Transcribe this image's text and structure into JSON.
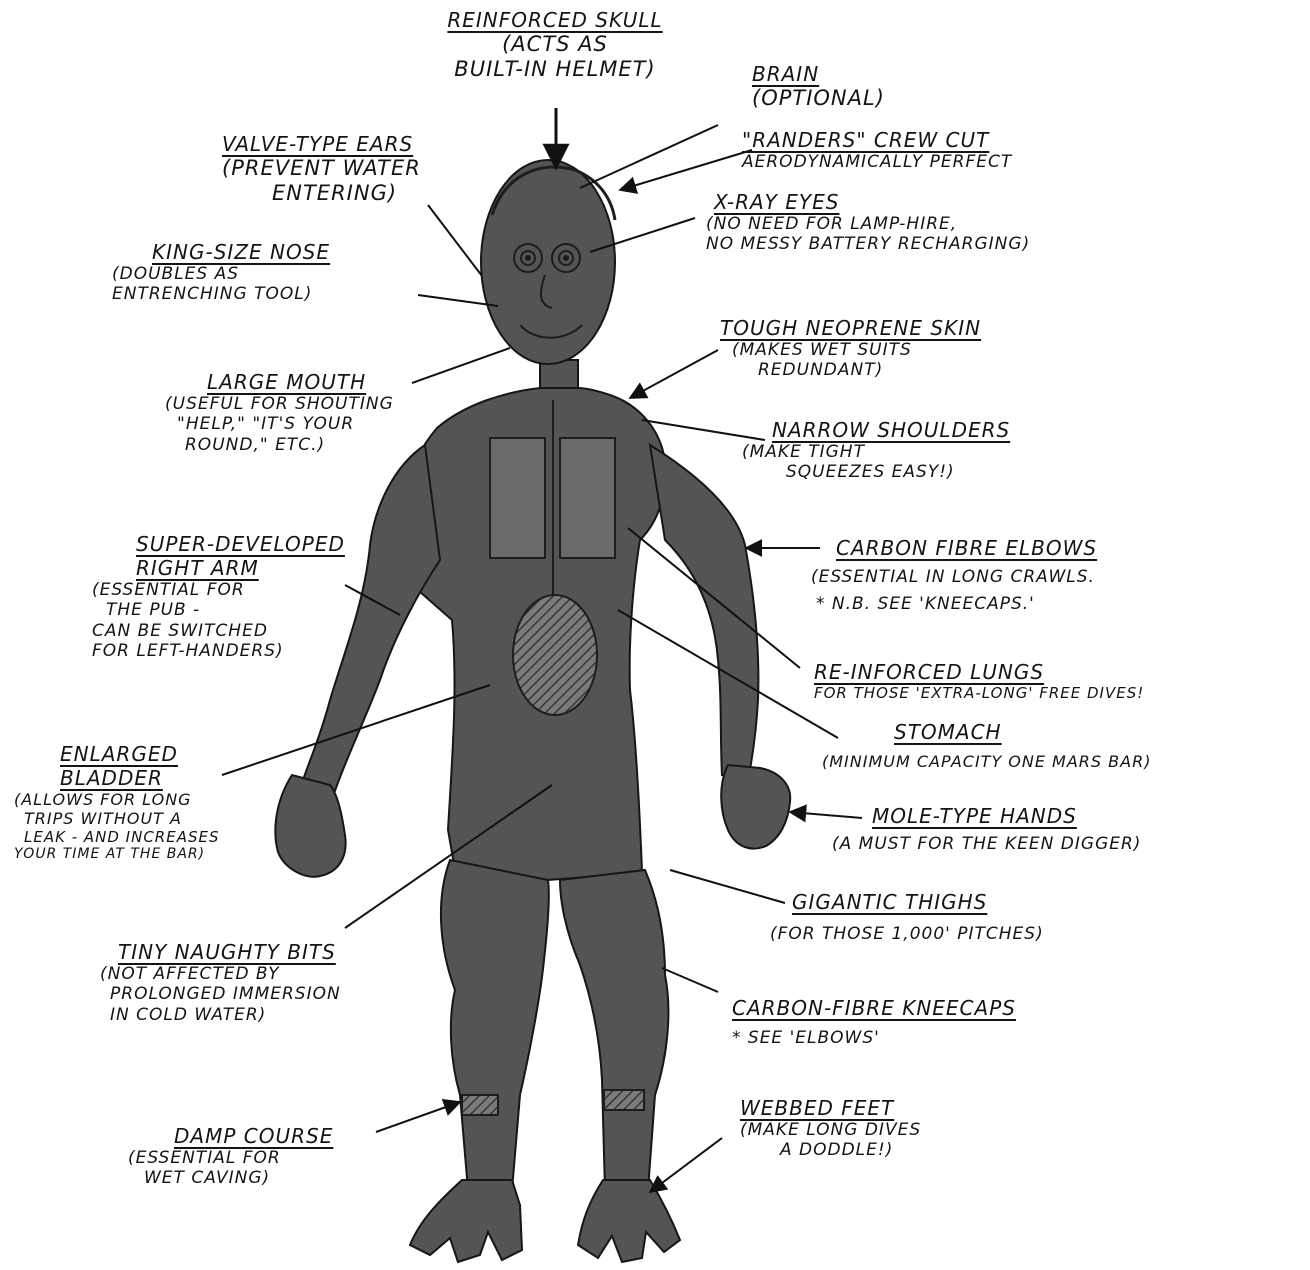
{
  "labels": {
    "skull": {
      "title": "Reinforced Skull",
      "desc": [
        "(Acts as",
        "built-in helmet)"
      ]
    },
    "brain": {
      "title": "Brain",
      "desc": [
        "(Optional)"
      ]
    },
    "crew_cut": {
      "title": "\"Randers\" Crew Cut",
      "desc": [
        "Aerodynamically perfect"
      ]
    },
    "ears": {
      "title": "Valve-Type Ears",
      "desc": [
        "(Prevent water",
        "entering)"
      ]
    },
    "eyes": {
      "title": "X-Ray Eyes",
      "desc": [
        "(No need for lamp-hire,",
        "no messy battery recharging)"
      ]
    },
    "nose": {
      "title": "King-Size Nose",
      "desc": [
        "(Doubles as",
        "entrenching tool)"
      ]
    },
    "skin": {
      "title": "Tough Neoprene Skin",
      "desc": [
        "(Makes wet suits",
        "redundant)"
      ]
    },
    "mouth": {
      "title": "Large Mouth",
      "desc": [
        "(Useful for shouting",
        "\"Help,\" \"It's your",
        "round,\" etc.)"
      ]
    },
    "shoulders": {
      "title": "Narrow Shoulders",
      "desc": [
        "(Make tight",
        "squeezes easy!)"
      ]
    },
    "arm": {
      "title": "Super-developed right arm",
      "desc": [
        "(Essential for",
        "the pub -",
        "can be switched",
        "for left-handers)"
      ]
    },
    "elbows": {
      "title": "Carbon Fibre Elbows",
      "desc": [
        "(Essential in long crawls.",
        "* N.B. See 'Kneecaps.'"
      ]
    },
    "lungs": {
      "title": "Re-inforced Lungs",
      "desc": [
        "For those 'extra-long' free dives!"
      ]
    },
    "stomach": {
      "title": "Stomach",
      "desc": [
        "(Minimum capacity one Mars bar)"
      ]
    },
    "bladder": {
      "title": "Enlarged bladder",
      "desc": [
        "(Allows for long",
        "trips without a",
        "leak - and increases",
        "your time at the bar)"
      ]
    },
    "hands": {
      "title": "Mole-type Hands",
      "desc": [
        "(A must for the keen digger)"
      ]
    },
    "thighs": {
      "title": "Gigantic Thighs",
      "desc": [
        "(For those 1,000' pitches)"
      ]
    },
    "bits": {
      "title": "Tiny Naughty Bits",
      "desc": [
        "(Not affected by",
        "prolonged immersion",
        "in cold water)"
      ]
    },
    "kneecaps": {
      "title": "Carbon-Fibre Kneecaps",
      "desc": [
        "* See 'Elbows'"
      ]
    },
    "feet": {
      "title": "Webbed Feet",
      "desc": [
        "(Make long dives",
        "a doddle!)"
      ]
    },
    "damp": {
      "title": "Damp Course",
      "desc": [
        "(Essential for",
        "wet caving)"
      ]
    }
  }
}
